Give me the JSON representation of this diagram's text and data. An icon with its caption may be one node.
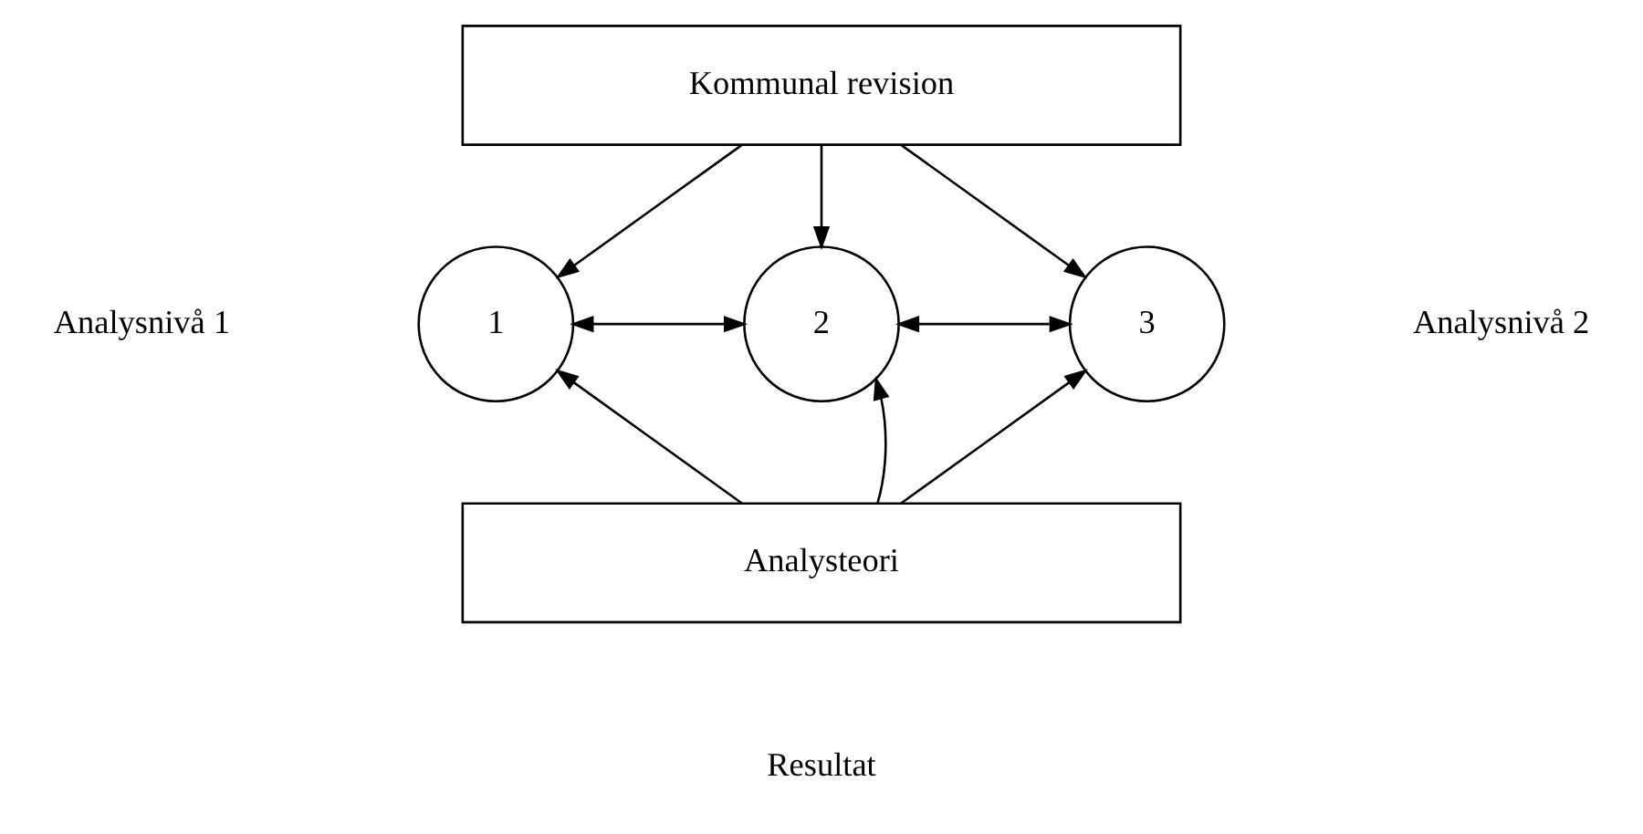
{
  "diagram": {
    "nodes": [
      {
        "text": [
          "Kommunal revision"
        ]
      },
      {
        "text": [
          "1"
        ]
      },
      {
        "text": [
          "2"
        ]
      },
      {
        "text": [
          "3"
        ]
      },
      {
        "text": [
          "Analysteori"
        ]
      }
    ],
    "edges": [
      {
        "from": 0,
        "to": 1,
        "arrow": "to"
      },
      {
        "from": 0,
        "to": 2,
        "arrow": "to"
      },
      {
        "from": 0,
        "to": 3,
        "arrow": "to"
      },
      {
        "from": 1,
        "to": 2,
        "arrow": "both"
      },
      {
        "from": 2,
        "to": 3,
        "arrow": "both"
      },
      {
        "from": 4,
        "to": 1,
        "arrow": "to"
      },
      {
        "from": 4,
        "to": 2,
        "arrow": "to"
      },
      {
        "from": 4,
        "to": 3,
        "arrow": "to"
      }
    ],
    "labels": [
      "Analysnivå 1",
      "Analysnivå 2",
      "Resultat"
    ]
  }
}
